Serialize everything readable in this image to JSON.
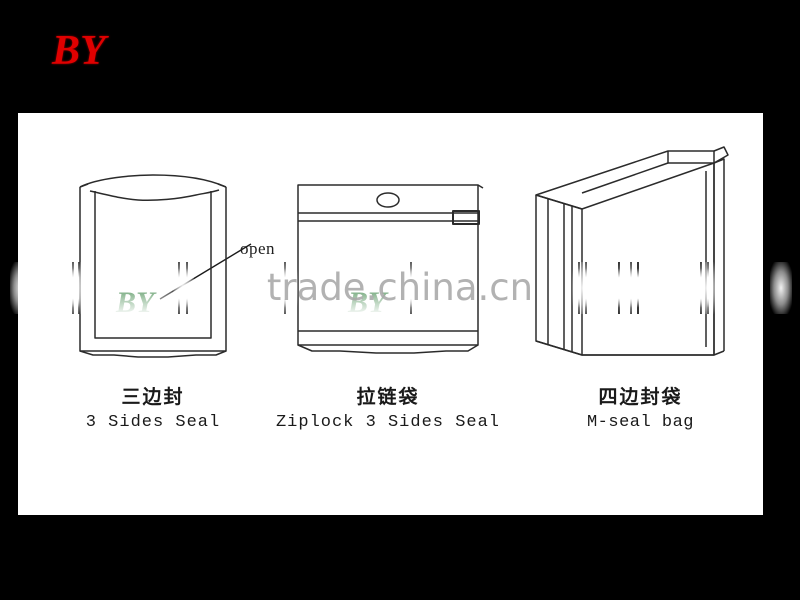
{
  "page": {
    "background_color": "#000000",
    "panel_color": "#ffffff"
  },
  "brand": {
    "logo_text": "BY",
    "logo_color": "#e00000"
  },
  "annotations": {
    "open_label": "open"
  },
  "bags": [
    {
      "id": "three-sides-seal",
      "name_cn": "三边封",
      "name_en": "3 Sides Seal",
      "icon": "flat-pouch-open-top"
    },
    {
      "id": "ziplock-three-sides-seal",
      "name_cn": "拉链袋",
      "name_en": "Ziplock 3 Sides Seal",
      "icon": "ziplock-pouch-hang-hole"
    },
    {
      "id": "m-seal-bag",
      "name_cn": "四边封袋",
      "name_en": "M-seal bag",
      "icon": "gusseted-box-pouch-3d"
    }
  ],
  "watermarks": {
    "site_text": "trade.china.cn",
    "site_color": "#a8a8a8",
    "brand_mark_text": "BY",
    "brand_mark_color": "#2e7d3a"
  }
}
